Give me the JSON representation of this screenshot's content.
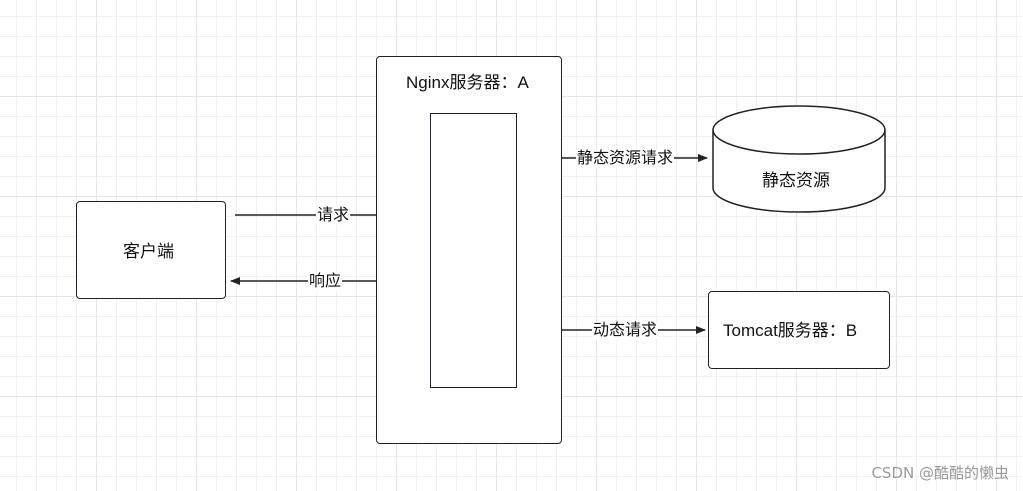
{
  "nodes": {
    "client": {
      "label": "客户端"
    },
    "nginx": {
      "label": "Nginx服务器：A"
    },
    "static_db": {
      "label": "静态资源"
    },
    "tomcat": {
      "label": "Tomcat服务器：B"
    }
  },
  "edges": {
    "request": {
      "label": "请求",
      "from": "client",
      "to": "nginx"
    },
    "response": {
      "label": "响应",
      "from": "nginx",
      "to": "client"
    },
    "static_request": {
      "label": "静态资源请求",
      "from": "nginx",
      "to": "static_db"
    },
    "dynamic_request": {
      "label": "动态请求",
      "from": "nginx",
      "to": "tomcat"
    }
  },
  "watermark": "CSDN @酷酷的懒虫"
}
